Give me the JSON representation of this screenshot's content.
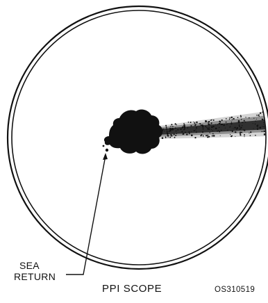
{
  "annotation": {
    "line1": "SEA",
    "line2": "RETURN"
  },
  "caption": "PPI SCOPE",
  "figure_id": "OS310519",
  "colors": {
    "ink": "#111111",
    "background": "#ffffff"
  }
}
